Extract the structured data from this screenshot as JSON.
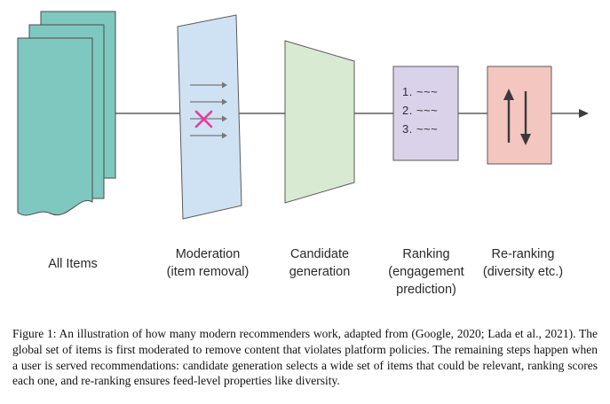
{
  "figure": {
    "stages": {
      "all_items": {
        "label": "All Items"
      },
      "moderation": {
        "label_line1": "Moderation",
        "label_line2": "(item removal)"
      },
      "candidate": {
        "label_line1": "Candidate",
        "label_line2": "generation"
      },
      "ranking": {
        "label_line1": "Ranking",
        "label_line2": "(engagement",
        "label_line3": "prediction)",
        "list": [
          "1. ~~~",
          "2. ~~~",
          "3. ~~~"
        ]
      },
      "reranking": {
        "label_line1": "Re-ranking",
        "label_line2": "(diversity etc.)"
      }
    },
    "icons": {
      "all_items": "stacked-documents-icon",
      "moderation": "right-arrows-with-cross-icon",
      "reranking": "up-down-arrows-icon"
    },
    "colors": {
      "items_fill": "#7fc8c0",
      "moderation_fill": "#cfe2f3",
      "candidate_fill": "#d9ead3",
      "ranking_fill": "#d9d2e9",
      "reranking_fill": "#f4c6c0",
      "cross_color": "#e8399b"
    }
  },
  "caption": {
    "text": "Figure 1: An illustration of how many modern recommenders work, adapted from (Google, 2020; Lada et al., 2021). The global set of items is first moderated to remove content that violates platform policies. The remaining steps happen when a user is served recommendations: candidate generation selects a wide set of items that could be relevant, ranking scores each one, and re-ranking ensures feed-level properties like diversity."
  }
}
